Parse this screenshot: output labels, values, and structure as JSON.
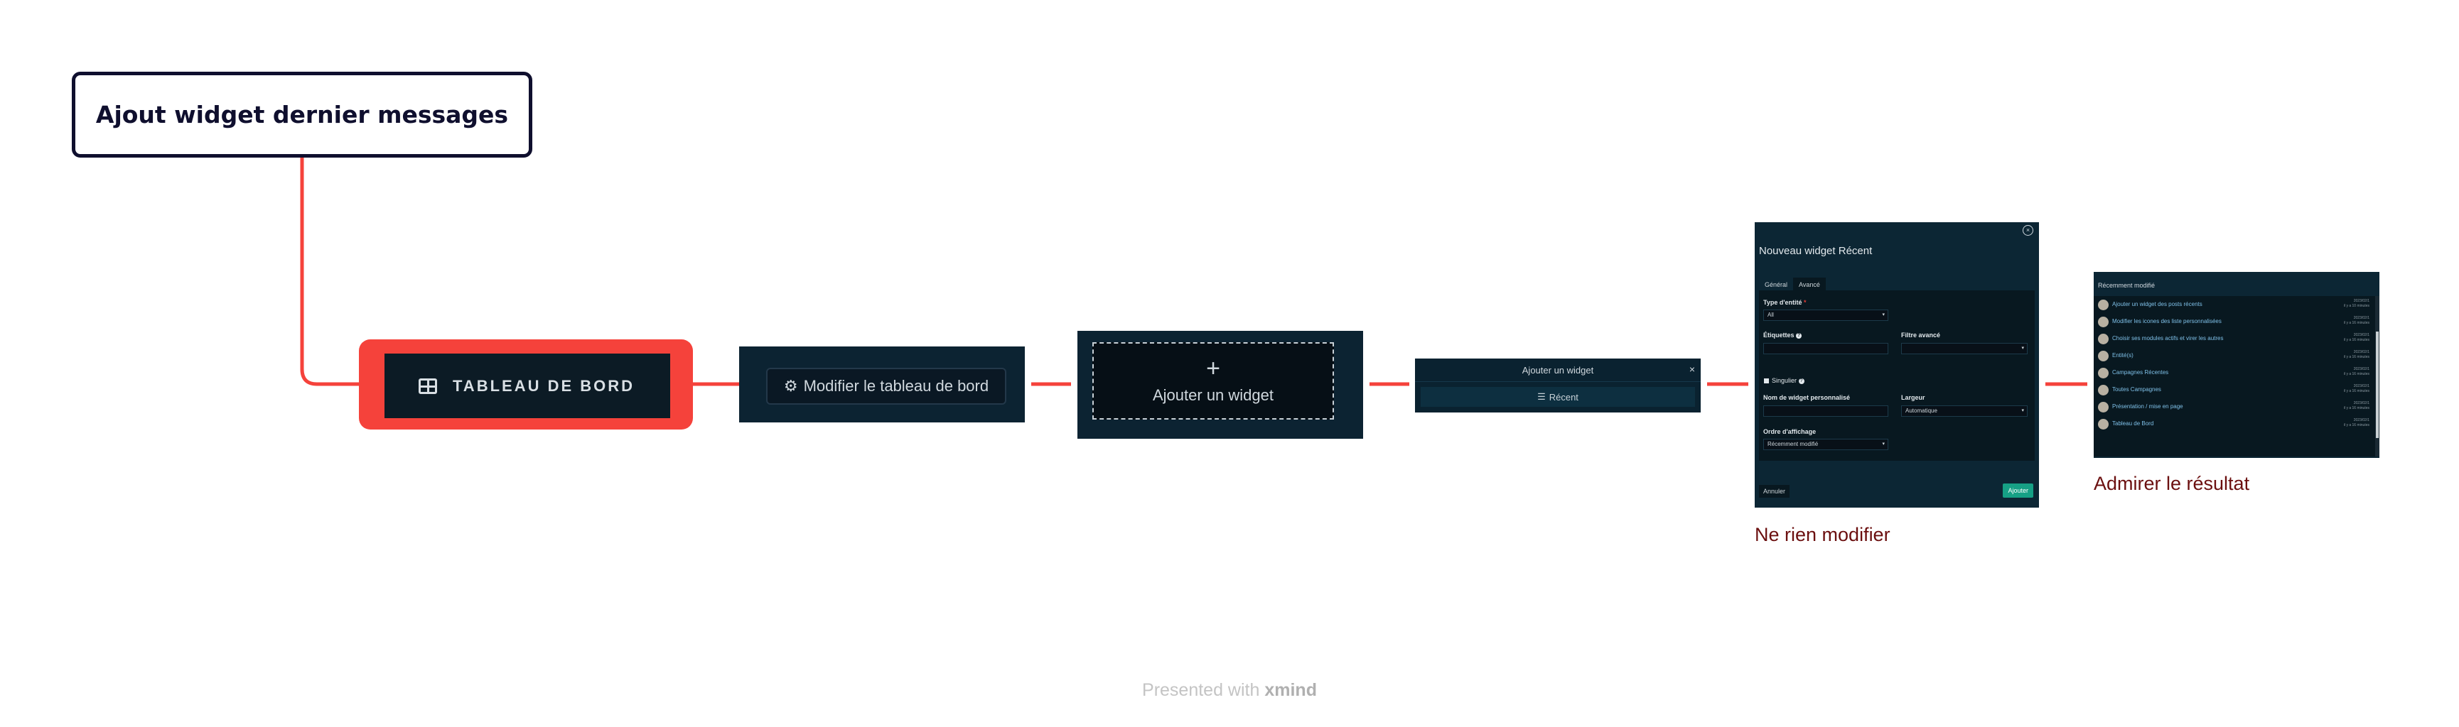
{
  "root": {
    "title": "Ajout widget dernier messages"
  },
  "steps": {
    "dashboard": {
      "label": "TABLEAU DE BORD",
      "icon": "dashboard-grid-icon"
    },
    "edit": {
      "label": "Modifier le tableau de bord",
      "icon": "gear-icon"
    },
    "add_widget": {
      "plus": "+",
      "label": "Ajouter un widget"
    },
    "widget_menu": {
      "title": "Ajouter un widget",
      "close": "×",
      "item": "Récent",
      "item_icon": "list-icon"
    },
    "dialog": {
      "title": "Nouveau widget Récent",
      "close": "×",
      "tabs": [
        "Général",
        "Avancé"
      ],
      "entity_type_label": "Type d'entité",
      "required_mark": "*",
      "entity_type_value": "All",
      "labels_label": "Étiquettes",
      "help_mark": "?",
      "advanced_filter_label": "Filtre avancé",
      "singular_label": "Singulier",
      "custom_name_label": "Nom de widget personnalisé",
      "width_label": "Largeur",
      "width_value": "Automatique",
      "order_label": "Ordre d'affichage",
      "order_value": "Récemment modifié",
      "cancel": "Annuler",
      "add": "Ajouter"
    },
    "result": {
      "header": "Récemment modifié",
      "items": [
        {
          "name": "Ajouter un widget des posts récents",
          "date": "2023/02/1",
          "ago": "il y a 10 minutes"
        },
        {
          "name": "Modifier les icones des liste personnalisées",
          "date": "2023/02/1",
          "ago": "il y a 16 minutes"
        },
        {
          "name": "Choisir ses modules actifs et virer les autres",
          "date": "2023/02/1",
          "ago": "il y a 16 minutes"
        },
        {
          "name": "Entité(s)",
          "date": "2023/02/1",
          "ago": "il y a 16 minutes"
        },
        {
          "name": "Campagnes Récentes",
          "date": "2023/02/1",
          "ago": "il y a 16 minutes"
        },
        {
          "name": "Toutes Campagnes",
          "date": "2023/02/1",
          "ago": "il y a 16 minutes"
        },
        {
          "name": "Présentation / mise en page",
          "date": "2023/02/1",
          "ago": "il y a 16 minutes"
        },
        {
          "name": "Tableau de Bord",
          "date": "2023/02/1",
          "ago": "il y a 16 minutes"
        }
      ]
    }
  },
  "notes": {
    "dialog": "Ne rien modifier",
    "result": "Admirer le résultat"
  },
  "footer": {
    "prefix": "Presented with",
    "brand": "xmind"
  },
  "colors": {
    "connector": "#f5423b",
    "root_border": "#0f0f2e",
    "panel_bg": "#0c2332",
    "note_text": "#6b0f0f",
    "accent_button": "#16a085"
  }
}
